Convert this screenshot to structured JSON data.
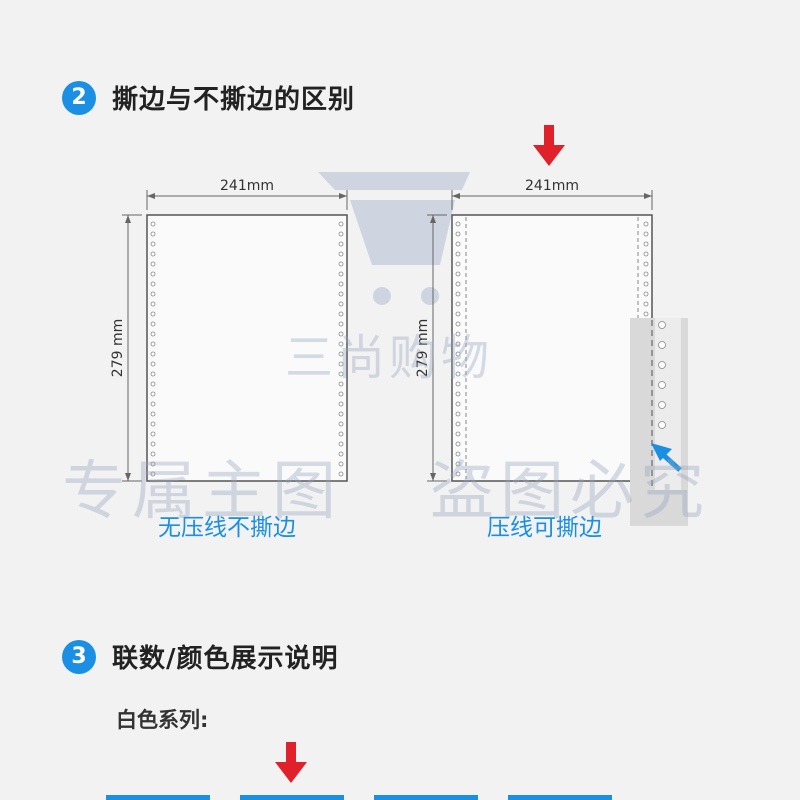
{
  "section2": {
    "number": "2",
    "title": "撕边与不撕边的区别"
  },
  "left_sheet": {
    "width_label": "241mm",
    "height_label": "279 mm",
    "caption": "无压线不撕边"
  },
  "right_sheet": {
    "width_label": "241mm",
    "height_label": "279 mm",
    "caption": "压线可撕边"
  },
  "watermark": {
    "brand": "三尚购物",
    "left": "专属主图",
    "right": "盗图必究"
  },
  "section3": {
    "number": "3",
    "title": "联数/颜色展示说明",
    "sub_label": "白色系列:"
  },
  "colors": {
    "accent_blue": "#1a8fe3",
    "arrow_red": "#e0202a",
    "outline": "#555555"
  },
  "icons": [
    "red-down-arrow-icon",
    "blue-pointer-arrow-icon",
    "cart-logo-icon"
  ]
}
